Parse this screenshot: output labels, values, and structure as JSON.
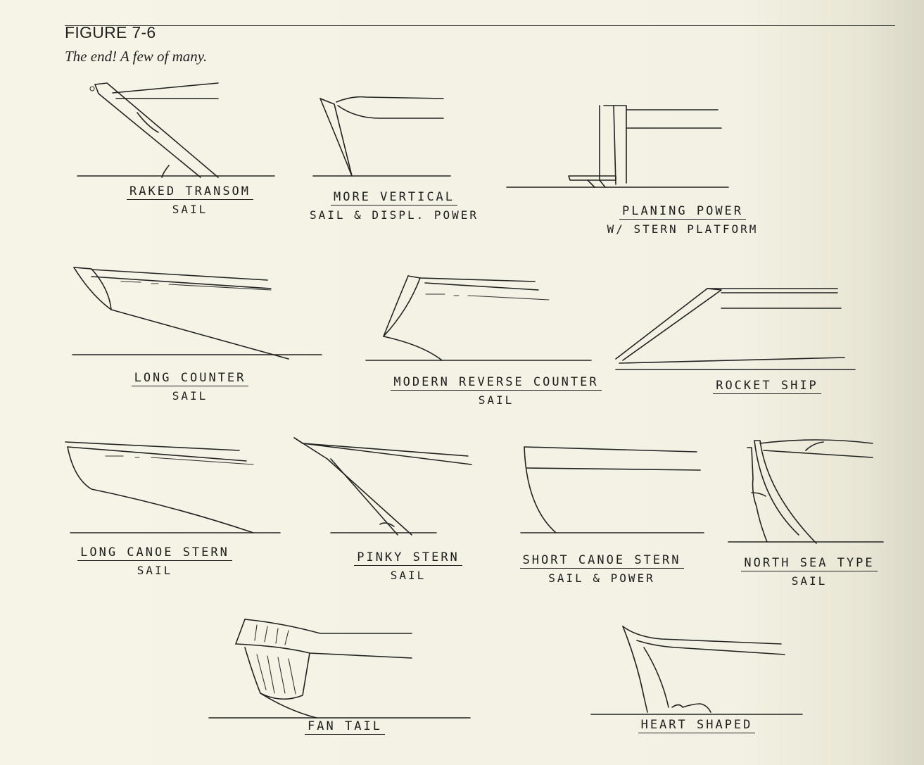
{
  "figure": {
    "number": "FIGURE 7-6",
    "caption": "The end! A few of many."
  },
  "sterns": [
    {
      "name": "RAKED TRANSOM",
      "use": "SAIL"
    },
    {
      "name": "MORE VERTICAL",
      "use": "SAIL & DISPL. POWER"
    },
    {
      "name": "PLANING POWER",
      "use": "W/ STERN PLATFORM"
    },
    {
      "name": "LONG COUNTER",
      "use": "SAIL"
    },
    {
      "name": "MODERN REVERSE COUNTER",
      "use": "SAIL"
    },
    {
      "name": "ROCKET SHIP",
      "use": ""
    },
    {
      "name": "LONG CANOE STERN",
      "use": "SAIL"
    },
    {
      "name": "PINKY STERN",
      "use": "SAIL"
    },
    {
      "name": "SHORT CANOE STERN",
      "use": "SAIL & POWER"
    },
    {
      "name": "NORTH SEA TYPE",
      "use": "SAIL"
    },
    {
      "name": "FAN TAIL",
      "use": ""
    },
    {
      "name": "HEART SHAPED",
      "use": ""
    }
  ]
}
